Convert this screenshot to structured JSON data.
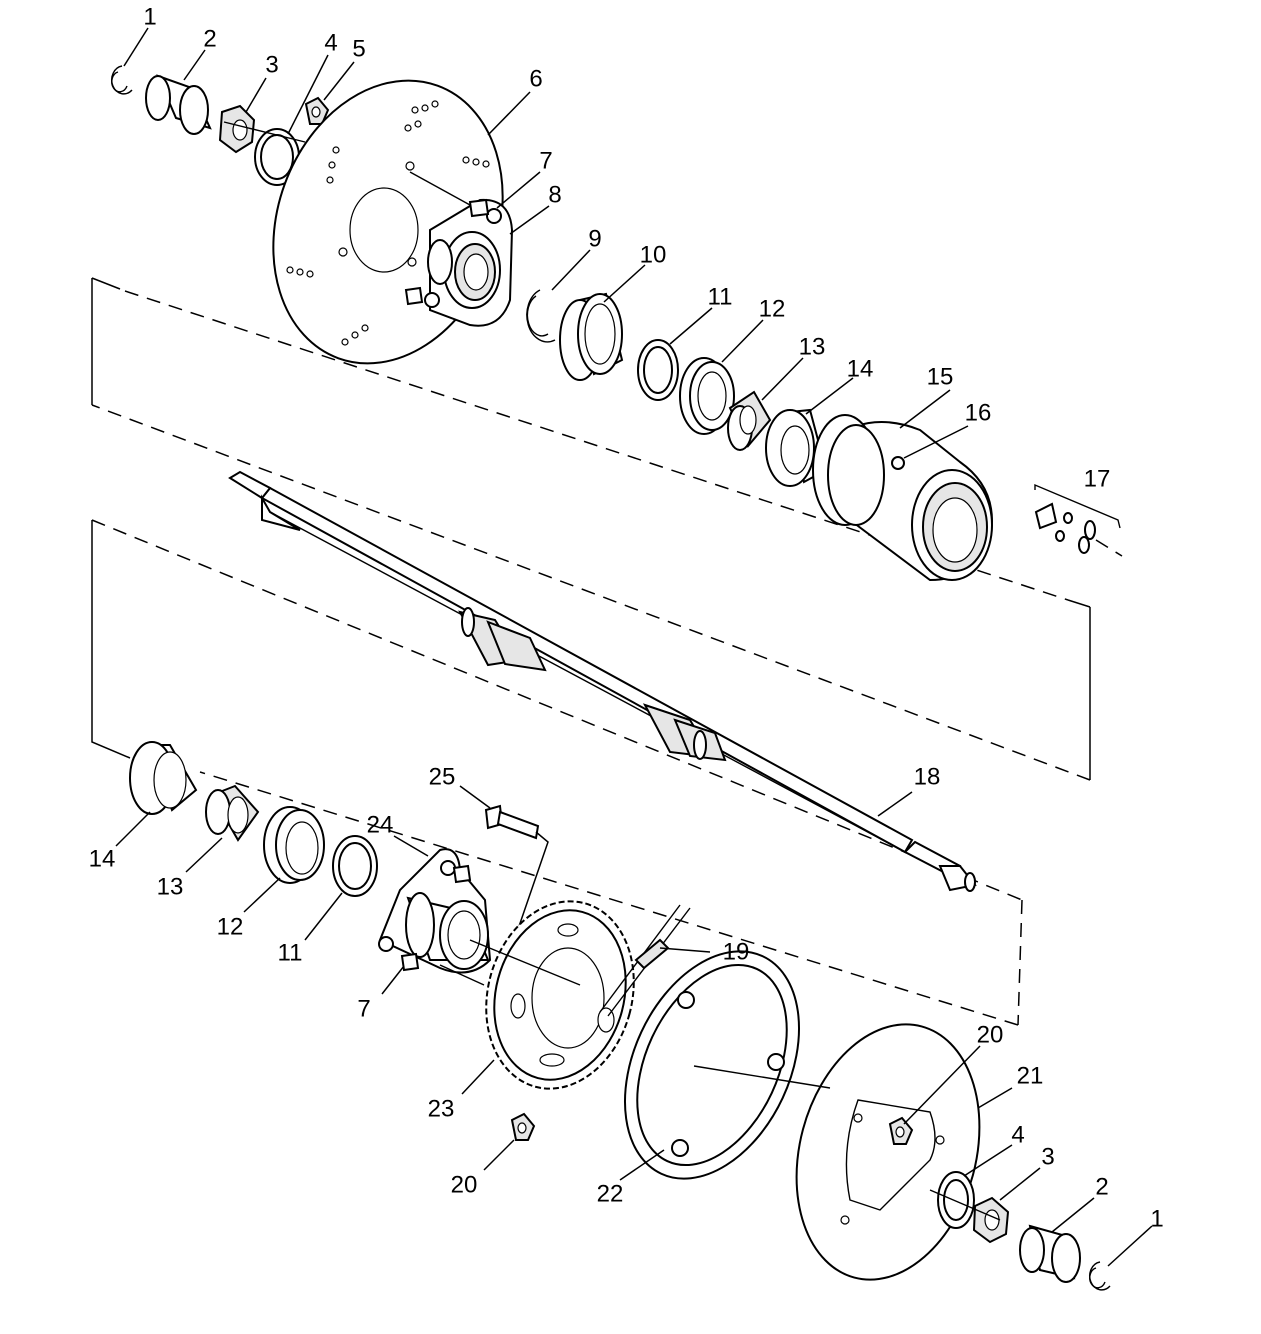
{
  "diagram": {
    "callouts": [
      "1",
      "2",
      "3",
      "4",
      "5",
      "6",
      "7",
      "8",
      "9",
      "10",
      "11",
      "12",
      "13",
      "14",
      "15",
      "16",
      "17",
      "1",
      "2",
      "3",
      "4",
      "20",
      "21",
      "22",
      "20",
      "23",
      "7",
      "24",
      "25",
      "19",
      "18",
      "14",
      "13",
      "12",
      "11"
    ]
  }
}
